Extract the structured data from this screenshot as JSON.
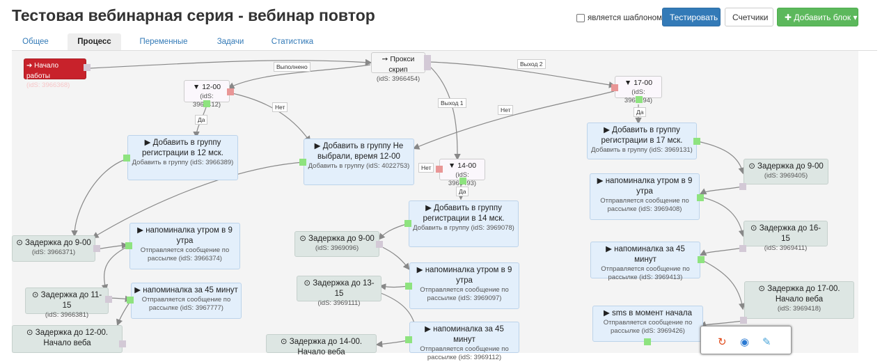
{
  "header": {
    "title": "Тестовая вебинарная серия - вебинар повтор",
    "template_label": "является шаблоном",
    "test_button": "Тестировать",
    "counters_button": "Счетчики",
    "add_block_button": "✚ Добавить блок ▾"
  },
  "tabs": [
    "Общее",
    "Процесс",
    "Переменные",
    "Задачи",
    "Статистика"
  ],
  "colors": {
    "primary": "#337ab7",
    "success": "#5cb85c",
    "start": "#c8222b",
    "action": "#e3effb",
    "delay": "#dde6e3"
  },
  "nodes": [
    {
      "title": "➔ Начало работы",
      "sub": "(idS: 3966368)"
    },
    {
      "title": "➙ Прокси скрип",
      "sub": "(idS: 3966454)"
    },
    {
      "title": "▼ 12-00",
      "sub": "(idS: 3966412)"
    },
    {
      "title": "▼ 17-00",
      "sub": "(idS: 3966494)"
    },
    {
      "title": "▶ Добавить в группу регистрации в 12 мск.",
      "sub": "Добавить в группу (idS: 3966389)"
    },
    {
      "title": "▶ Добавить в группу Не выбрали, время 12-00",
      "sub": "Добавить в группу (idS: 4022753)"
    },
    {
      "title": "▼ 14-00",
      "sub": "(idS: 3966493)"
    },
    {
      "title": "▶ Добавить в группу регистрации в 17 мск.",
      "sub": "Добавить в группу (idS: 3969131)"
    },
    {
      "title": "⊙ Задержка до 9-00",
      "sub": "(idS: 3969405)"
    },
    {
      "title": "▶ напоминалка утром в 9 утра",
      "sub": "Отправляется сообщение по рассылке (idS: 3969408)"
    },
    {
      "title": "▶ Добавить в группу регистрации в 14 мск.",
      "sub": "Добавить в группу (idS: 3969078)"
    },
    {
      "title": "⊙ Задержка до 9-00",
      "sub": "(idS: 3966371)"
    },
    {
      "title": "▶ напоминалка утром в 9 утра",
      "sub": "Отправляется сообщение по рассылке (idS: 3966374)"
    },
    {
      "title": "⊙ Задержка до 9-00",
      "sub": "(idS: 3969096)"
    },
    {
      "title": "⊙ Задержка до 16-15",
      "sub": "(idS: 3969411)"
    },
    {
      "title": "▶ напоминалка за 45 минут",
      "sub": "Отправляется сообщение по рассылке (idS: 3969413)"
    },
    {
      "title": "▶ напоминалка утром в 9 утра",
      "sub": "Отправляется сообщение по рассылке (idS: 3969097)"
    },
    {
      "title": "⊙ Задержка до 11-15",
      "sub": "(idS: 3966381)"
    },
    {
      "title": "▶ напоминалка за 45 минут",
      "sub": "Отправляется сообщение по рассылке (idS: 3967777)"
    },
    {
      "title": "⊙ Задержка до 13-15",
      "sub": "(idS: 3969111)"
    },
    {
      "title": "⊙ Задержка до 17-00. Начало веба",
      "sub": "(idS: 3969418)"
    },
    {
      "title": "▶ sms в момент начала",
      "sub": "Отправляется сообщение по рассылке (idS: 3969426)"
    },
    {
      "title": "⊙ Задержка до 12-00. Начало веба",
      "sub": ""
    },
    {
      "title": "▶ напоминалка за 45 минут",
      "sub": "Отправляется сообщение по рассылке (idS: 3969112)"
    },
    {
      "title": "⊙ Задержка до 14-00. Начало веба",
      "sub": ""
    }
  ],
  "edge_labels": [
    "Выполнено",
    "Выход 2",
    "Выход 1",
    "Нет",
    "Нет",
    "Нет",
    "Да",
    "Да",
    "Да"
  ]
}
